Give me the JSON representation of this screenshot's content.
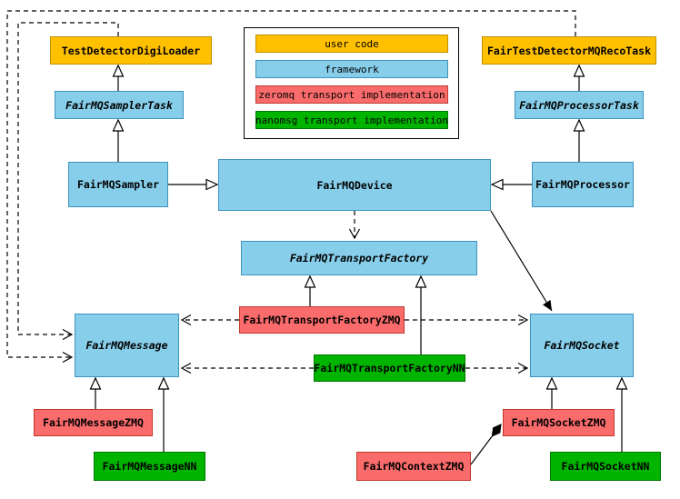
{
  "legend": {
    "items": [
      {
        "label": "user code",
        "color": "#FFC000"
      },
      {
        "label": "framework",
        "color": "#87CEEB"
      },
      {
        "label": "zeromq transport implementation",
        "color": "#FA6B6B"
      },
      {
        "label": "nanomsg transport implementation",
        "color": "#00B400"
      }
    ]
  },
  "nodes": {
    "testDetectorDigiLoader": "TestDetectorDigiLoader",
    "fairTestDetectorMQRecoTask": "FairTestDetectorMQRecoTask",
    "fairMQSamplerTask": "FairMQSamplerTask",
    "fairMQProcessorTask": "FairMQProcessorTask",
    "fairMQSampler": "FairMQSampler",
    "fairMQDevice": "FairMQDevice",
    "fairMQProcessor": "FairMQProcessor",
    "fairMQTransportFactory": "FairMQTransportFactory",
    "fairMQTransportFactoryZMQ": "FairMQTransportFactoryZMQ",
    "fairMQTransportFactoryNN": "FairMQTransportFactoryNN",
    "fairMQMessage": "FairMQMessage",
    "fairMQSocket": "FairMQSocket",
    "fairMQMessageZMQ": "FairMQMessageZMQ",
    "fairMQMessageNN": "FairMQMessageNN",
    "fairMQContextZMQ": "FairMQContextZMQ",
    "fairMQSocketZMQ": "FairMQSocketZMQ",
    "fairMQSocketNN": "FairMQSocketNN"
  }
}
